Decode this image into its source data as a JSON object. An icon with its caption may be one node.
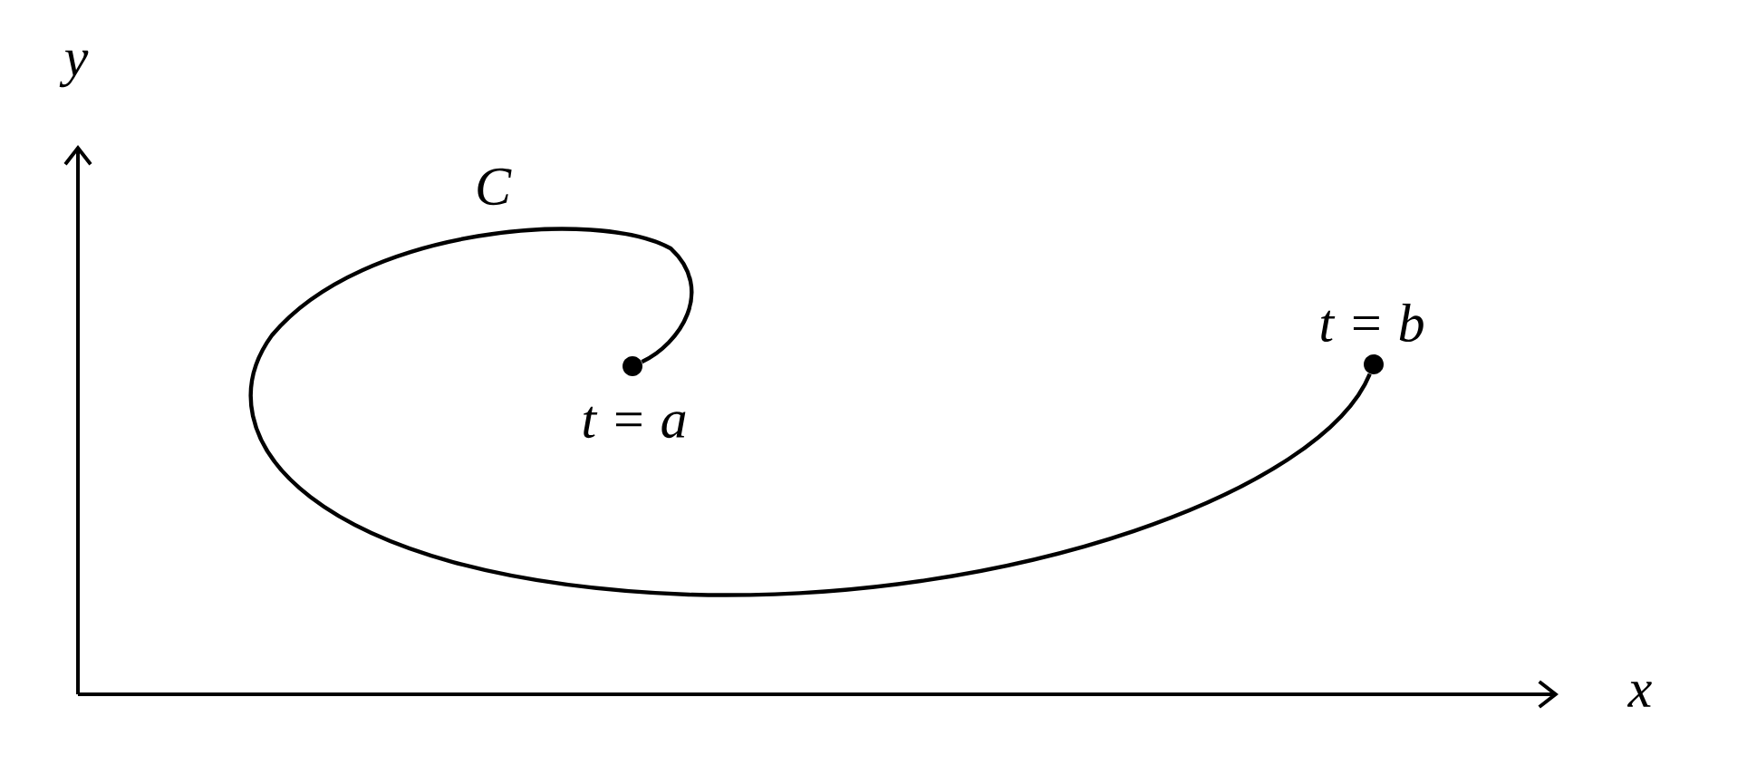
{
  "diagram": {
    "nodes": [
      {
        "text": [],
        "shape": "circle",
        "beside": [
          "t = a"
        ]
      },
      {
        "text": [],
        "shape": "circle",
        "beside": [
          "t = b"
        ]
      }
    ],
    "edges": [
      {
        "from": 0,
        "to": 1,
        "arrow": "none",
        "label": "C"
      }
    ],
    "labels": [
      "y",
      "x"
    ]
  }
}
